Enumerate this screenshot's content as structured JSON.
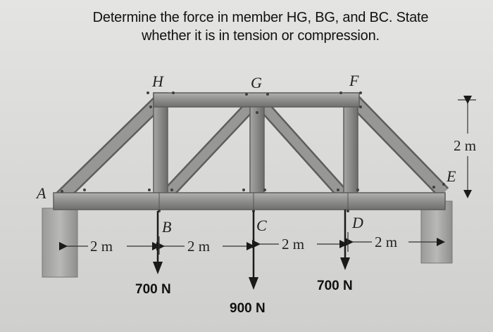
{
  "problem": {
    "line1": "Determine the force in member HG, BG, and BC. State",
    "line2": "whether it is in tension or compression."
  },
  "joints": {
    "A": "A",
    "B": "B",
    "C": "C",
    "D": "D",
    "E": "E",
    "F": "F",
    "G": "G",
    "H": "H"
  },
  "dimensions": {
    "span_AB": "2 m",
    "span_BC": "2 m",
    "span_CD": "2 m",
    "span_DE": "2 m",
    "height": "2 m"
  },
  "loads": {
    "B": "700 N",
    "C": "900 N",
    "D": "700 N"
  },
  "colors": {
    "member_face": "#8e8f8d",
    "member_edge": "#5d5e5c",
    "support": "#a9aaa7",
    "arrow": "#1a1a1a"
  }
}
